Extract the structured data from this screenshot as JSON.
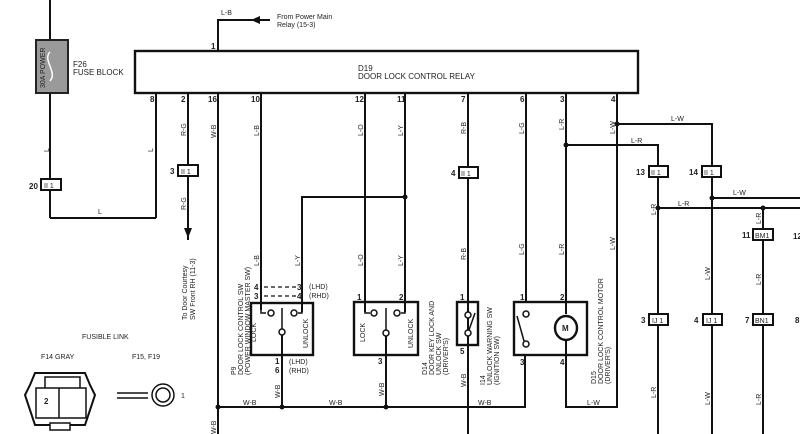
{
  "fuse": {
    "id": "F26",
    "name": "FUSE BLOCK",
    "rating": "30A POWER"
  },
  "relay": {
    "id": "D19",
    "name": "DOOR LOCK CONTROL RELAY",
    "pins": [
      "1",
      "8",
      "2",
      "16",
      "10",
      "12",
      "11",
      "7",
      "6",
      "3",
      "4"
    ]
  },
  "power_source": {
    "line1": "From Power Main",
    "line2": "Relay (15-3)",
    "wire": "L-B"
  },
  "wires": {
    "L": "L",
    "RG": "R-G",
    "WB": "W-B",
    "LB": "L-B",
    "LO": "L-O",
    "LY": "L-Y",
    "RB": "R-B",
    "LG": "L-G",
    "LR": "L-R",
    "LW": "L-W"
  },
  "connectors": {
    "c20": {
      "pin": "20",
      "code": "II 1"
    },
    "c3": {
      "pin": "3",
      "code": "II 1"
    },
    "c4": {
      "pin": "4",
      "code": "II 1"
    },
    "c13": {
      "pin": "13",
      "code": "II 1"
    },
    "c14": {
      "pin": "14",
      "code": "II 1"
    },
    "c11": {
      "pin": "11",
      "code": "BM1"
    },
    "c3b": {
      "pin": "3",
      "code": "IJ 1"
    },
    "c4b": {
      "pin": "4",
      "code": "IJ 1"
    },
    "c7": {
      "pin": "7",
      "code": "BN1"
    },
    "c12": {
      "pin": "12"
    },
    "c8": {
      "pin": "8"
    }
  },
  "courtesy": {
    "line1": "To Door Courtesy",
    "line2": "SW Front RH (11-3)"
  },
  "p9": {
    "id": "P9",
    "name": "DOOR LOCK CONTROL SW",
    "sub": "(POWER WINDOW MASTER SW)",
    "lock": "LOCK",
    "unlock": "UNLOCK",
    "pin4": "4",
    "pin3": "3",
    "pin3r": "3",
    "pin4r": "4",
    "pin1": "1",
    "pin6": "6",
    "lhd": "(LHD)",
    "rhd": "(RHD)"
  },
  "d14": {
    "id": "D14",
    "name": "DOOR KEY LOCK AND",
    "sub": "UNLOCK SW",
    "sub2": "(DRIVER'S)",
    "lock": "LOCK",
    "unlock": "UNLOCK",
    "pin1": "1",
    "pin2": "2",
    "pin3": "3"
  },
  "i14": {
    "id": "I14",
    "name": "UNLOCK WARNING SW",
    "sub": "(IGNITION SW)",
    "pin1": "1",
    "pin5": "5"
  },
  "d15": {
    "id": "D15",
    "name": "DOOR LOCK CONTROL MOTOR",
    "sub": "(DRIVER'S)",
    "motor": "M",
    "pin1": "1",
    "pin2": "2",
    "pin3": "3",
    "pin4": "4"
  },
  "fusible": {
    "title": "FUSIBLE LINK",
    "f14": "F14 GRAY",
    "f15": "F15, F19",
    "pin2": "2",
    "pin1": "1"
  }
}
